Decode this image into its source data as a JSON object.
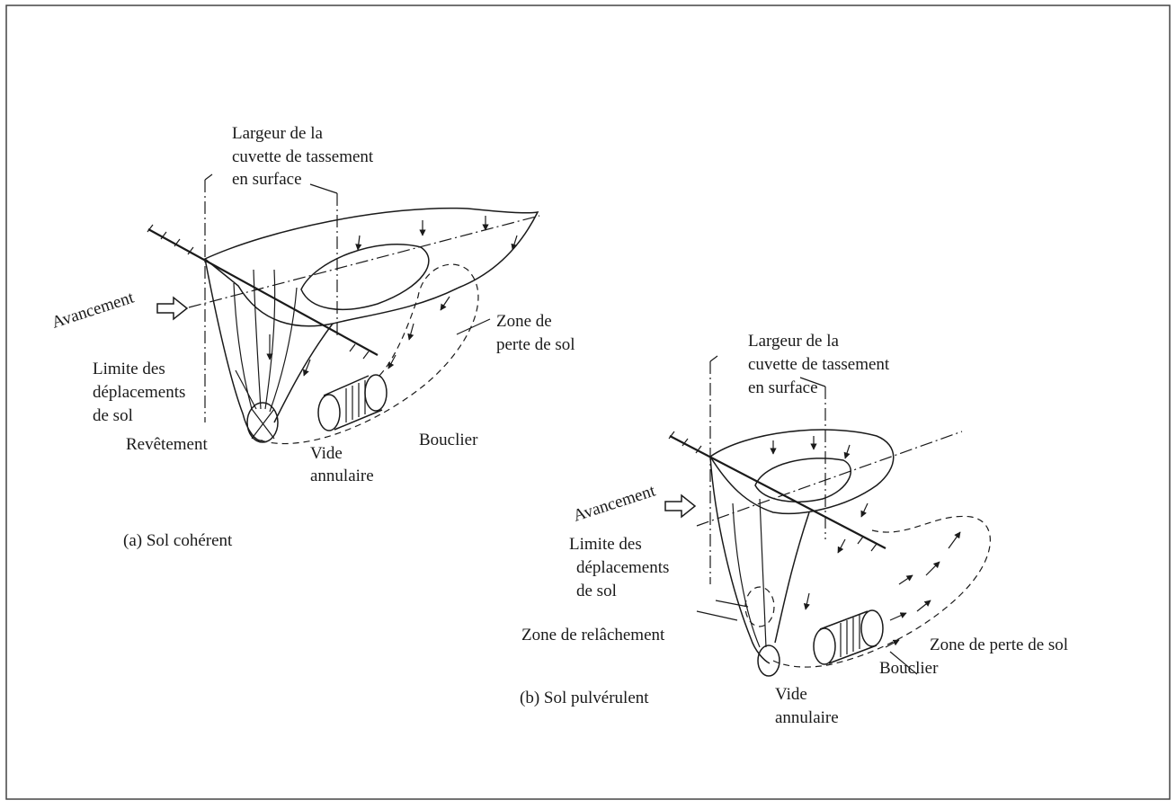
{
  "panel_a": {
    "width_label": [
      "Largeur de la",
      "cuvette de tassement",
      "en surface"
    ],
    "advance_label": "Avancement",
    "loss_zone_label": [
      "Zone de",
      "perte de sol"
    ],
    "limit_label": [
      "Limite des",
      "déplacements",
      "de sol"
    ],
    "lining_label": "Revêtement",
    "shield_label": "Bouclier",
    "annular_void_label": [
      "Vide",
      "annulaire"
    ],
    "caption": "(a) Sol cohérent"
  },
  "panel_b": {
    "width_label": [
      "Largeur de la",
      "cuvette de tassement",
      "en surface"
    ],
    "advance_label": "Avancement",
    "limit_label": [
      "Limite des",
      "déplacements",
      "de sol"
    ],
    "relaxation_zone_label": "Zone de relâchement",
    "loss_zone_label": "Zone de perte de sol",
    "shield_label": "Bouclier",
    "annular_void_label": [
      "Vide",
      "annulaire"
    ],
    "caption": "(b) Sol pulvérulent"
  },
  "icons": {
    "advance_arrow": "hollow-right-arrow"
  }
}
